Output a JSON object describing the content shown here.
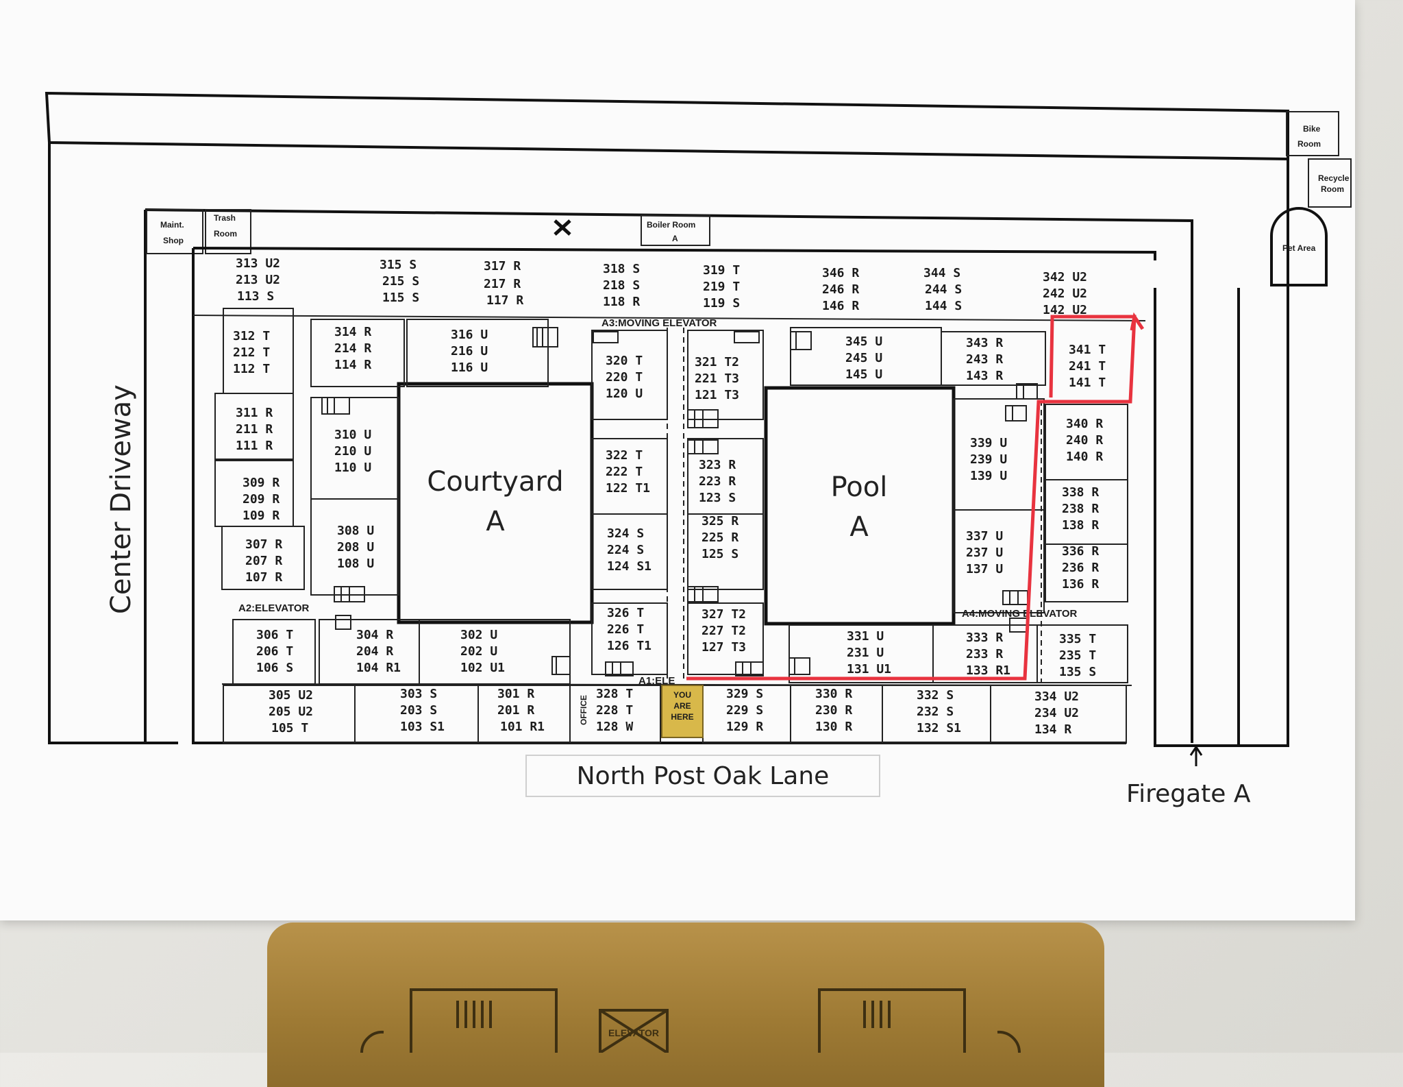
{
  "labels": {
    "center_driveway": "Center Driveway",
    "street": "North Post Oak Lane",
    "firegate": "Firegate A",
    "courtyard": [
      "Courtyard",
      "A"
    ],
    "pool": [
      "Pool",
      "A"
    ],
    "bike_room": [
      "Bike",
      "Room"
    ],
    "recycle_room": [
      "Recycle",
      "Room"
    ],
    "pet_area": "Pet Area",
    "maint_shop": [
      "Maint.",
      "Shop"
    ],
    "trash_room": [
      "Trash",
      "Room"
    ],
    "boiler_room": [
      "Boiler Room",
      "A"
    ],
    "a1_elevator": "A1:ELE",
    "a2_elevator": "A2:ELEVATOR",
    "a3_elevator": "A3:MOVING ELEVATOR",
    "a4_elevator": "A4:MOVING ELEVATOR",
    "office": "OFFICE",
    "you_are_here": [
      "YOU",
      "ARE",
      "HERE"
    ],
    "plaque_elevator": "ELEVATOR"
  },
  "units": [
    [
      "313 U2",
      "213 U2",
      "113 S"
    ],
    [
      "315 S",
      "215 S",
      "115 S"
    ],
    [
      "317 R",
      "217 R",
      "117 R"
    ],
    [
      "318 S",
      "218 S",
      "118 R"
    ],
    [
      "319 T",
      "219 T",
      "119 S"
    ],
    [
      "346 R",
      "246 R",
      "146 R"
    ],
    [
      "344 S",
      "244 S",
      "144 S"
    ],
    [
      "342 U2",
      "242 U2",
      "142 U2"
    ],
    [
      "312 T",
      "212 T",
      "112 T"
    ],
    [
      "314 R",
      "214 R",
      "114 R"
    ],
    [
      "316 U",
      "216 U",
      "116 U"
    ],
    [
      "320 T",
      "220 T",
      "120 U"
    ],
    [
      "321 T2",
      "221 T3",
      "121 T3"
    ],
    [
      "345 U",
      "245 U",
      "145 U"
    ],
    [
      "343 R",
      "243 R",
      "143 R"
    ],
    [
      "341 T",
      "241 T",
      "141 T"
    ],
    [
      "311 R",
      "211 R",
      "111 R"
    ],
    [
      "310 U",
      "210 U",
      "110 U"
    ],
    [
      "340 R",
      "240 R",
      "140 R"
    ],
    [
      "339 U",
      "239 U",
      "139 U"
    ],
    [
      "309 R",
      "209 R",
      "109 R"
    ],
    [
      "322 T",
      "222 T",
      "122 T1"
    ],
    [
      "323 R",
      "223 R",
      "123 S"
    ],
    [
      "338 R",
      "238 R",
      "138 R"
    ],
    [
      "307 R",
      "207 R",
      "107 R"
    ],
    [
      "308 U",
      "208 U",
      "108 U"
    ],
    [
      "324 S",
      "224 S",
      "124 S1"
    ],
    [
      "325 R",
      "225 R",
      "125 S"
    ],
    [
      "337 U",
      "237 U",
      "137 U"
    ],
    [
      "336 R",
      "236 R",
      "136 R"
    ],
    [
      "306 T",
      "206 T",
      "106 S"
    ],
    [
      "304 R",
      "204 R",
      "104 R1"
    ],
    [
      "302 U",
      "202 U",
      "102 U1"
    ],
    [
      "326 T",
      "226 T",
      "126 T1"
    ],
    [
      "327 T2",
      "227 T2",
      "127 T3"
    ],
    [
      "331 U",
      "231 U",
      "131 U1"
    ],
    [
      "333 R",
      "233 R",
      "133 R1"
    ],
    [
      "335 T",
      "235 T",
      "135 S"
    ],
    [
      "305 U2",
      "205 U2",
      "105 T"
    ],
    [
      "303 S",
      "203 S",
      "103 S1"
    ],
    [
      "301 R",
      "201 R",
      "101 R1"
    ],
    [
      "328 T",
      "228 T",
      "128 W"
    ],
    [
      "329 S",
      "229 S",
      "129 R"
    ],
    [
      "330 R",
      "230 R",
      "130 R"
    ],
    [
      "332 S",
      "232 S",
      "132 S1"
    ],
    [
      "334 U2",
      "234 U2",
      "134 R"
    ]
  ],
  "colors": {
    "route": "#e8333f",
    "you_are_here_fill": "#d8b84a",
    "wall": "#111111",
    "plaque": "#a8833c"
  },
  "icons": [
    "x-mark-icon",
    "firegate-arrow-icon",
    "route-arrow-icon",
    "stair-icon",
    "elevator-icon"
  ]
}
